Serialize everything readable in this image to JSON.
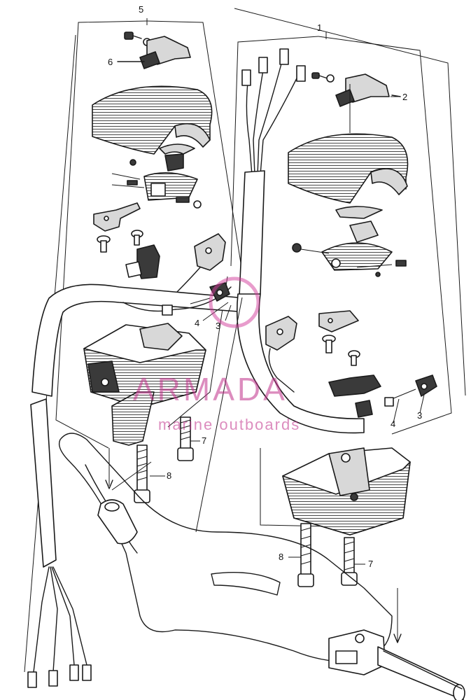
{
  "callouts": {
    "c1": "1",
    "c2": "2",
    "c3a": "3",
    "c3b": "3",
    "c4a": "4",
    "c4b": "4",
    "c5": "5",
    "c6": "6",
    "c7a": "7",
    "c7b": "7",
    "c8a": "8",
    "c8b": "8"
  },
  "watermark": {
    "brand": "ARMADA",
    "tagline": "marine outboards",
    "color": "#c0308a"
  },
  "colors": {
    "line": "#1a1a1a",
    "background": "#ffffff"
  }
}
